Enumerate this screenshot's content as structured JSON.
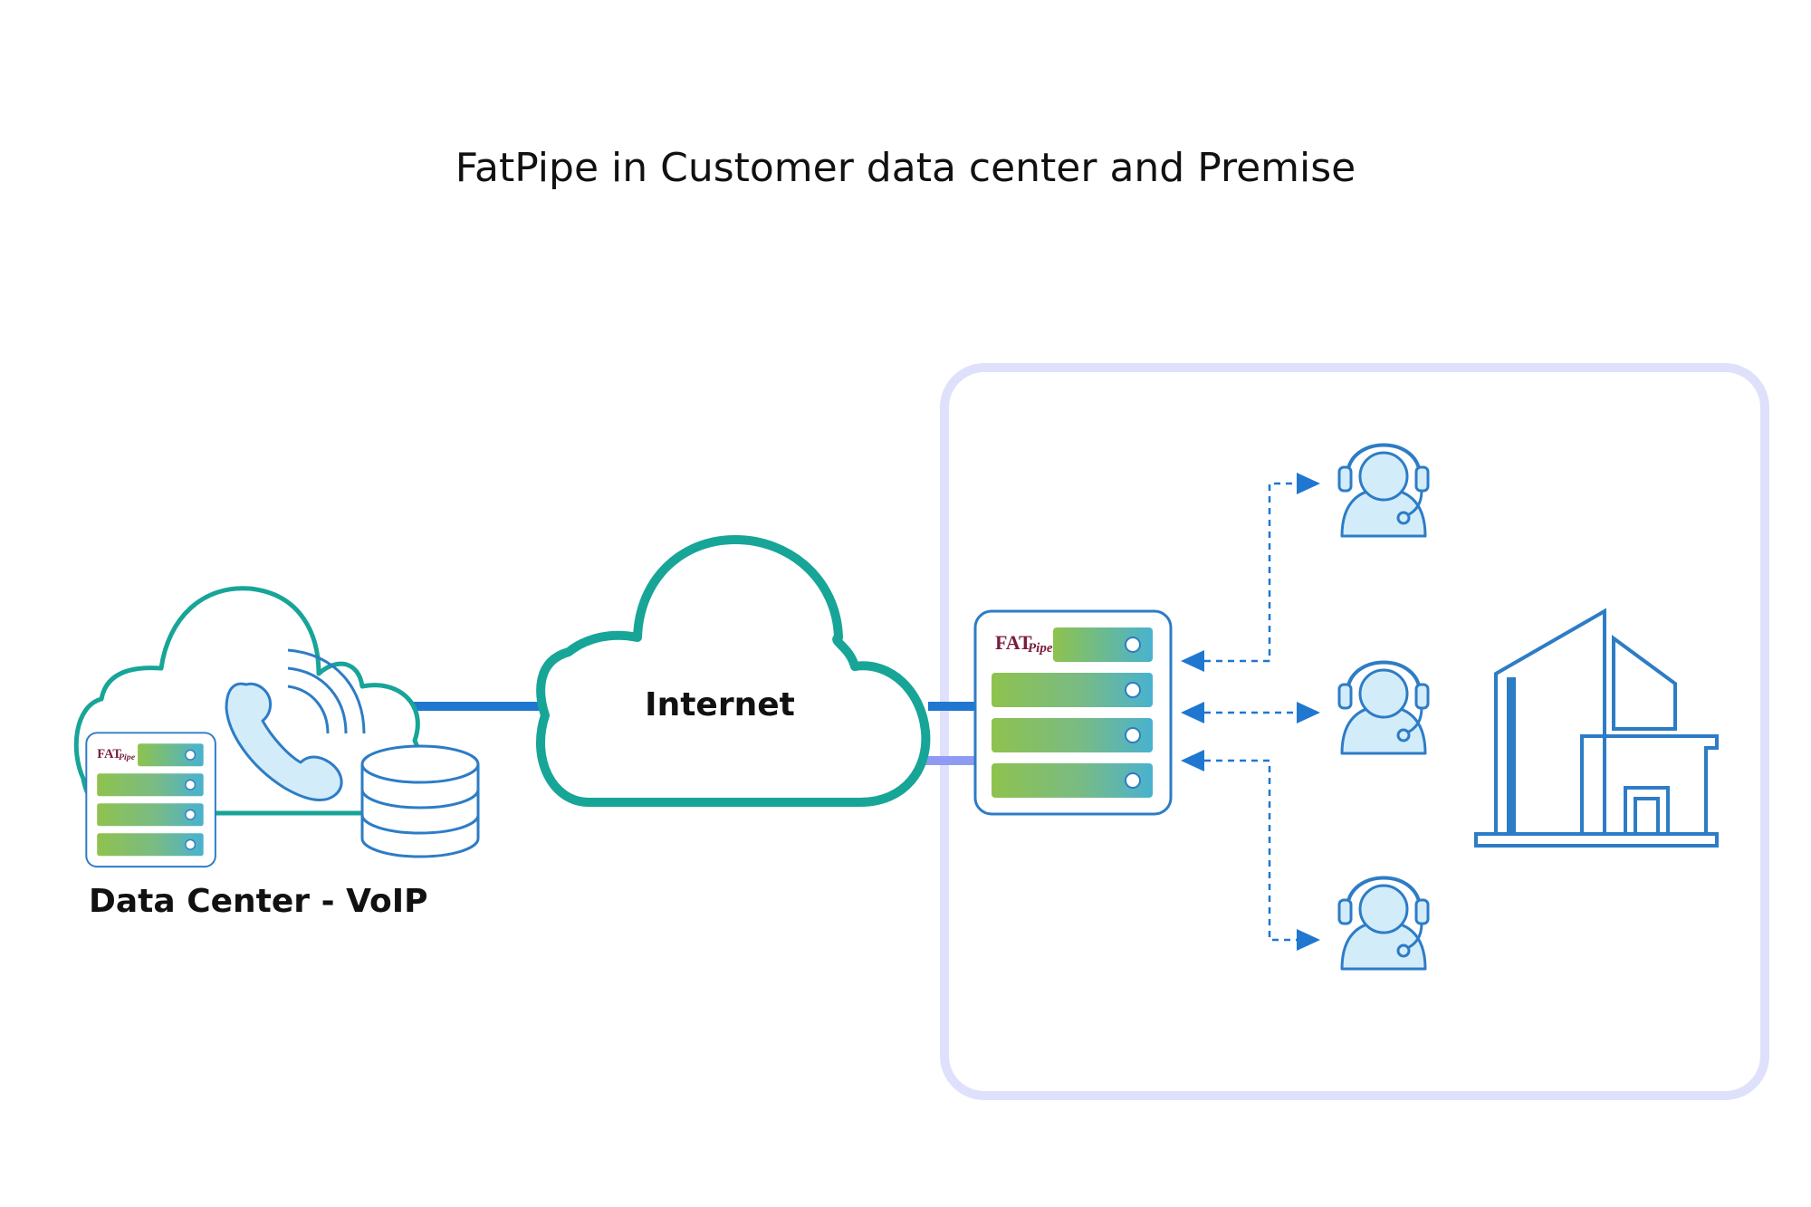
{
  "title": "FatPipe in Customer data center and Premise",
  "labels": {
    "internet": "Internet",
    "data_center": "Data Center - VoIP"
  },
  "device": {
    "brand_fat": "FAT",
    "brand_pipe": "Pipe"
  },
  "colors": {
    "cloud_stroke": "#17a598",
    "link_blue": "#1f77d0",
    "link_violet": "#8f9bf2",
    "icon_blue": "#2d7cc6",
    "icon_fill": "#d3ecfa",
    "premise_border": "#dfe0fb",
    "brand_maroon": "#7a1d3a"
  },
  "icons": [
    "cloud-icon",
    "phone-icon",
    "database-icon",
    "fatpipe-appliance-icon",
    "call-agent-icon",
    "office-building-icon"
  ]
}
